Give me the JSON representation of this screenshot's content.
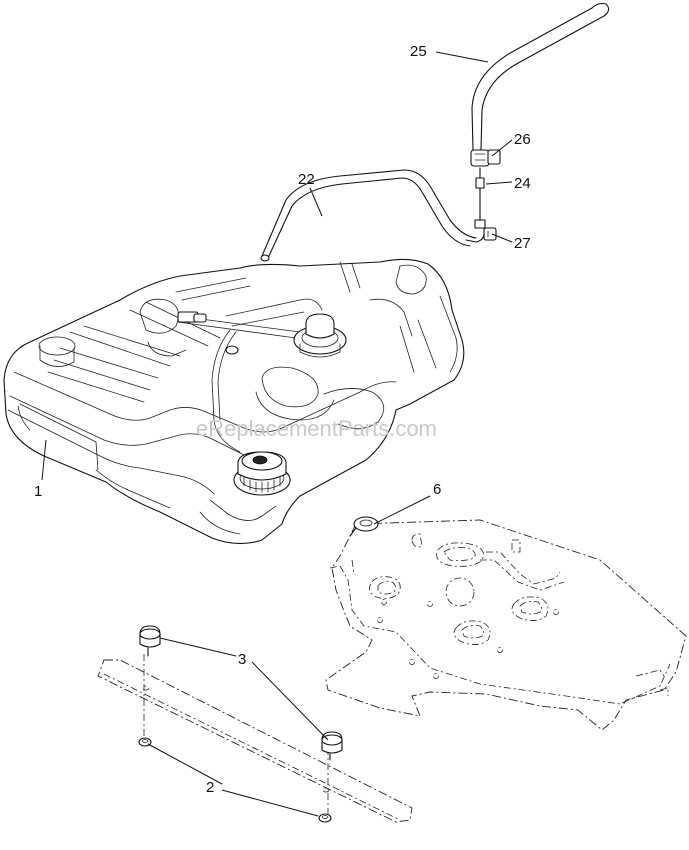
{
  "watermark": "eReplacementParts.com",
  "callouts": {
    "c1": "1",
    "c2": "2",
    "c3": "3",
    "c6": "6",
    "c22": "22",
    "c24": "24",
    "c25": "25",
    "c26": "26",
    "c27": "27"
  }
}
